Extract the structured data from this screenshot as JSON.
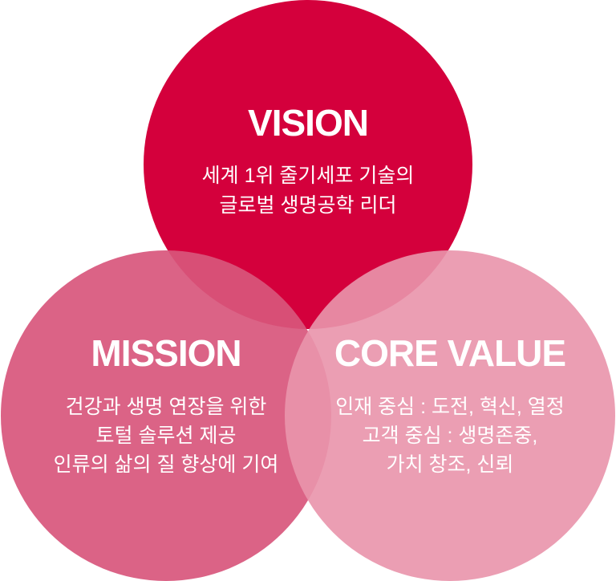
{
  "colors": {
    "background": "#FFFFFF",
    "vision_circle": "#D4003C",
    "mission_circle": "rgba(216,86,124,0.92)",
    "core_value_circle": "rgba(233,148,172,0.91)",
    "text": "#FFFFFF"
  },
  "vision": {
    "title": "VISION",
    "lines": [
      "세계 1위 줄기세포 기술의",
      "글로벌 생명공학 리더"
    ]
  },
  "mission": {
    "title": "MISSION",
    "lines": [
      "건강과 생명 연장을 위한",
      "토털 솔루션 제공",
      "인류의 삶의 질 향상에 기여"
    ]
  },
  "core_value": {
    "title": "CORE VALUE",
    "lines": [
      "인재 중심 : 도전, 혁신, 열정",
      "고객 중심 : 생명존중,",
      "가치 창조, 신뢰"
    ]
  }
}
